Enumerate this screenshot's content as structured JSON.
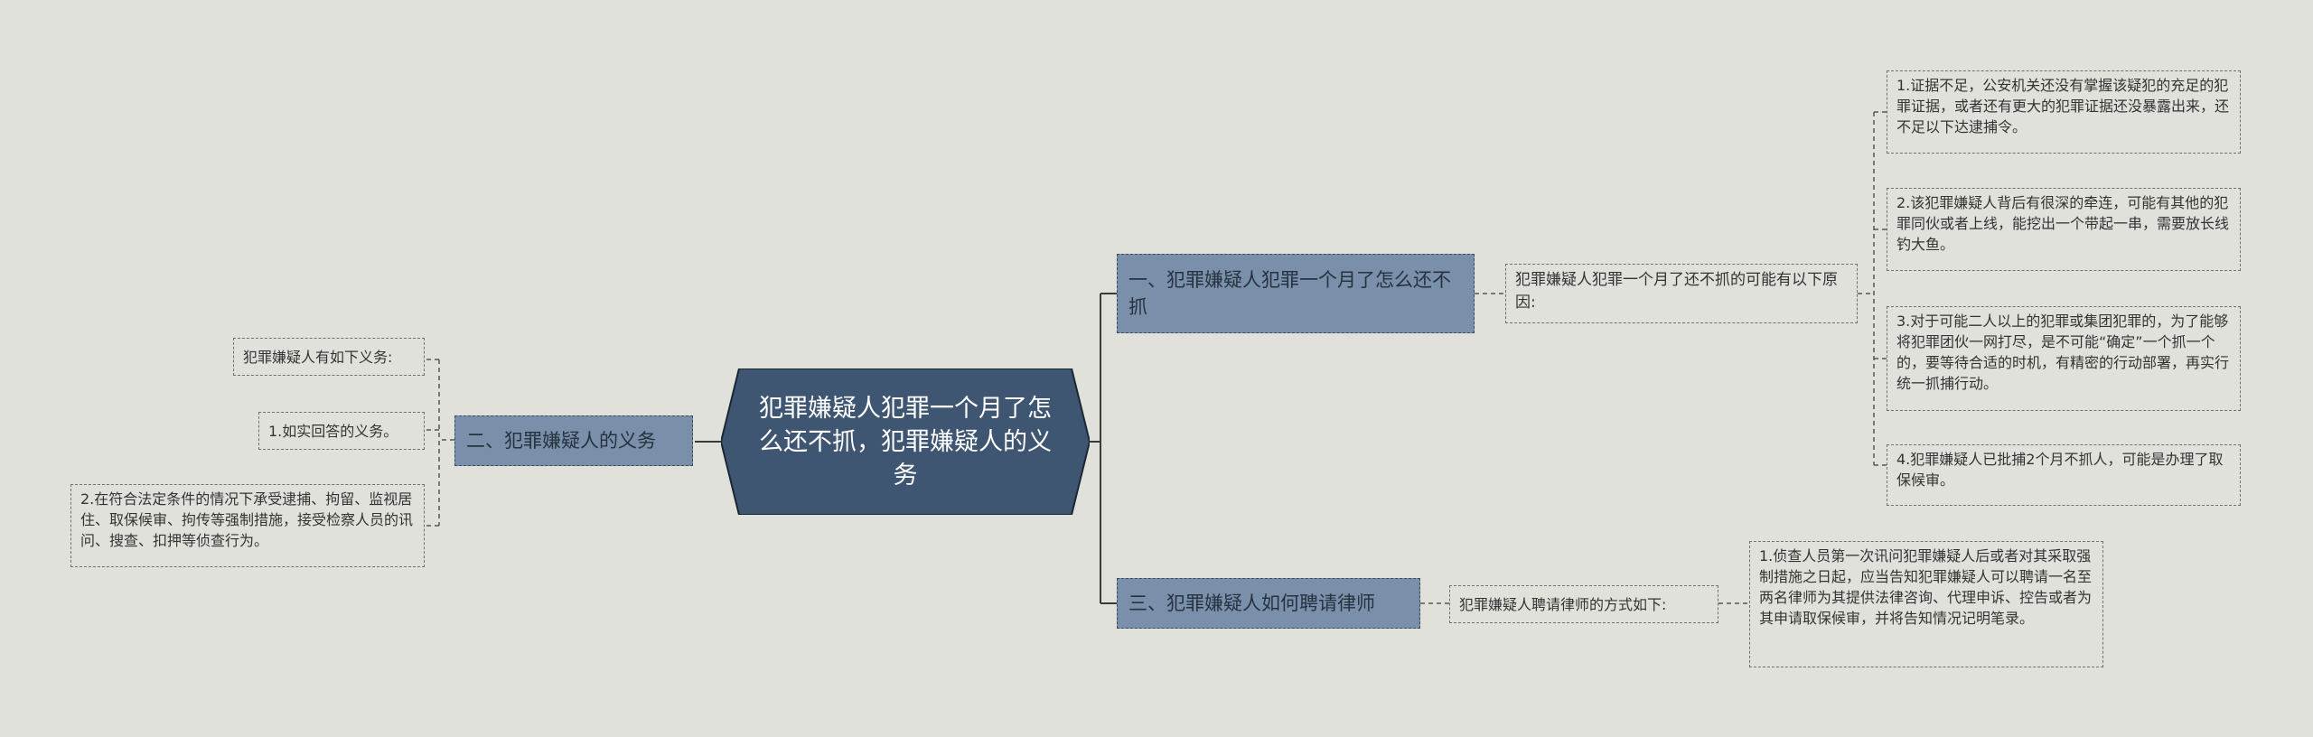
{
  "central": {
    "title": "犯罪嫌疑人犯罪一个月了怎么还不抓，犯罪嫌疑人的义务"
  },
  "branches": {
    "b1": {
      "label": "一、犯罪嫌疑人犯罪一个月了怎么还不抓",
      "intro": "犯罪嫌疑人犯罪一个月了还不抓的可能有以下原因:",
      "items": [
        "1.证据不足，公安机关还没有掌握该疑犯的充足的犯罪证据，或者还有更大的犯罪证据还没暴露出来，还不足以下达逮捕令。",
        "2.该犯罪嫌疑人背后有很深的牵连，可能有其他的犯罪同伙或者上线，能挖出一个带起一串，需要放长线钓大鱼。",
        "3.对于可能二人以上的犯罪或集团犯罪的，为了能够将犯罪团伙一网打尽，是不可能“确定”一个抓一个的，要等待合适的时机，有精密的行动部署，再实行统一抓捕行动。",
        "4.犯罪嫌疑人已批捕2个月不抓人，可能是办理了取保候审。"
      ]
    },
    "b2": {
      "label": "二、犯罪嫌疑人的义务",
      "items": [
        "犯罪嫌疑人有如下义务:",
        "1.如实回答的义务。",
        "2.在符合法定条件的情况下承受逮捕、拘留、监视居住、取保候审、拘传等强制措施，接受检察人员的讯问、搜查、扣押等侦查行为。"
      ]
    },
    "b3": {
      "label": "三、犯罪嫌疑人如何聘请律师",
      "intro": "犯罪嫌疑人聘请律师的方式如下:",
      "items": [
        "1.侦查人员第一次讯问犯罪嫌疑人后或者对其采取强制措施之日起，应当告知犯罪嫌疑人可以聘请一名至两名律师为其提供法律咨询、代理申诉、控告或者为其申请取保候审，并将告知情况记明笔录。"
      ]
    }
  },
  "colors": {
    "background": "#e1e1dc",
    "central_fill": "#3f5673",
    "branch_fill": "#7a8fa9",
    "connector": "#333333"
  }
}
